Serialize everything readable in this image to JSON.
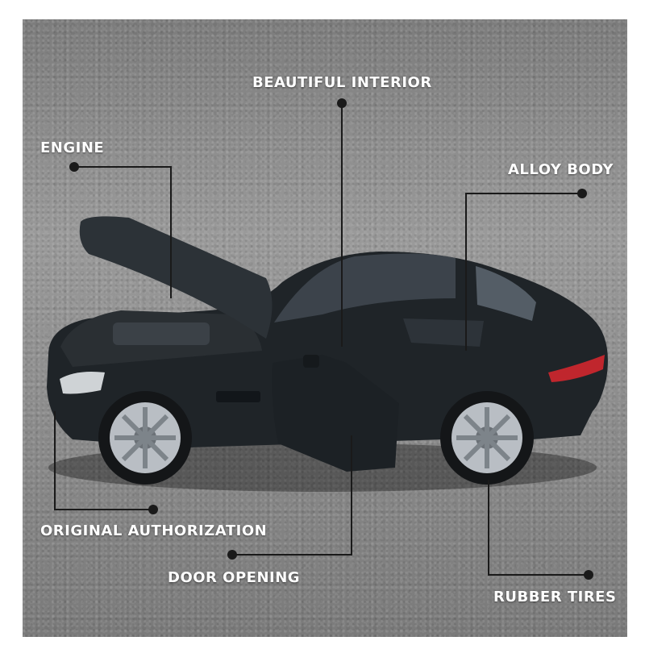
{
  "labels": {
    "beautiful_interior": "BEAUTIFUL INTERIOR",
    "engine": "ENGINE",
    "alloy_body": "ALLOY BODY",
    "original_authorization": "ORIGINAL AUTHORIZATION",
    "door_opening": "DOOR OPENING",
    "rubber_tires": "RUBBER TIRES"
  },
  "colors": {
    "callout_line": "#1a1a1a",
    "label_text": "#ffffff",
    "car_body": "#1f2428",
    "rim": "#b9bec4",
    "tail_light": "#c0262d"
  }
}
